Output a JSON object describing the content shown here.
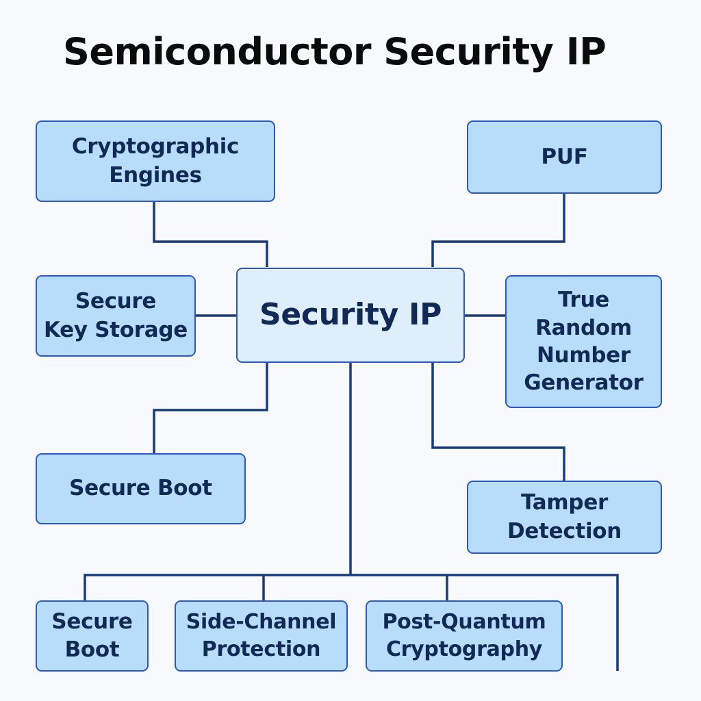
{
  "title": "Semiconductor Security IP",
  "center": {
    "label": "Security IP"
  },
  "nodes": {
    "crypto": "Cryptographic\nEngines",
    "puf": "PUF",
    "key_storage": "Secure\nKey Storage",
    "trng": "True\nRandom\nNumber\nGenerator",
    "secure_boot": "Secure Boot",
    "tamper": "Tamper\nDetection",
    "secure_boot_bottom": "Secure\nBoot",
    "side_channel": "Side-Channel\nProtection",
    "pqc": "Post-Quantum\nCryptography"
  },
  "colors": {
    "box_fill": "#b7ddfa",
    "center_fill": "#dfeefb",
    "border": "#2b58c2",
    "connector": "#163a7a",
    "text": "#112a55"
  }
}
